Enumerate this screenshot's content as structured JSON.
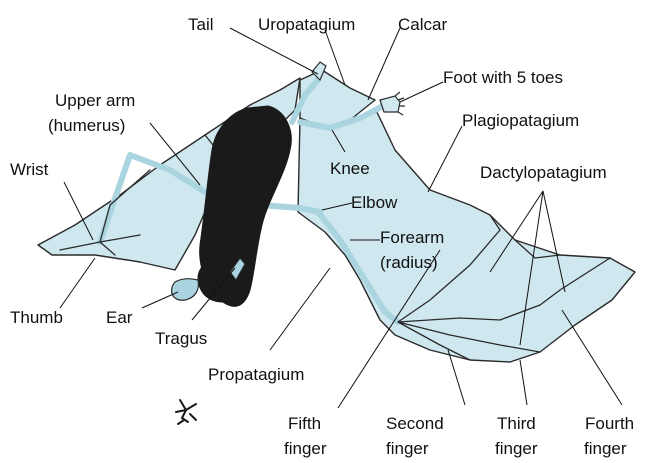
{
  "colors": {
    "membrane": "#cfe8ef",
    "membrane_stroke": "#2a2a2a",
    "bone": "#a9d4e0",
    "body": "#1a1a1a",
    "leader": "#111111",
    "background": "#ffffff"
  },
  "labels": {
    "tail": "Tail",
    "uropatagium": "Uropatagium",
    "calcar": "Calcar",
    "foot": "Foot with 5 toes",
    "upper_arm_1": "Upper arm",
    "upper_arm_2": "(humerus)",
    "plagiopatagium": "Plagiopatagium",
    "wrist": "Wrist",
    "knee": "Knee",
    "dactylopatagium": "Dactylopatagium",
    "elbow": "Elbow",
    "forearm_1": "Forearm",
    "forearm_2": "(radius)",
    "thumb": "Thumb",
    "ear": "Ear",
    "tragus": "Tragus",
    "propatagium": "Propatagium",
    "fifth_1": "Fifth",
    "fifth_2": "finger",
    "second_1": "Second",
    "second_2": "finger",
    "third_1": "Third",
    "third_2": "finger",
    "fourth_1": "Fourth",
    "fourth_2": "finger"
  }
}
